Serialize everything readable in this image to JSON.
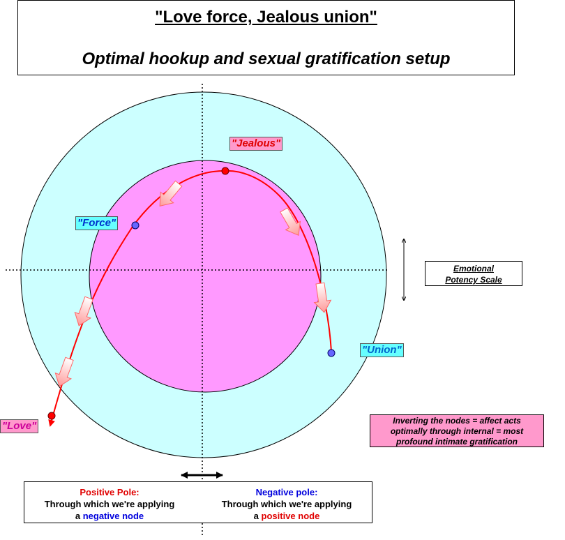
{
  "title": {
    "line1": "\"Love force, Jealous union\"",
    "line2": "Optimal hookup and sexual gratification setup"
  },
  "nodes": {
    "jealous": "\"Jealous\"",
    "force": "\"Force\"",
    "union": "\"Union\"",
    "love": "\"Love\""
  },
  "scale": {
    "line1": "Emotional",
    "line2": "Potency Scale"
  },
  "note": {
    "line1": "Inverting the nodes = affect acts",
    "line2": "optimally through internal = most",
    "line3": "profound intimate gratification"
  },
  "poles": {
    "positive": {
      "heading": "Positive Pole:",
      "line1": "Through which we're applying",
      "prefix": "a",
      "node": "negative node"
    },
    "negative": {
      "heading": "Negative pole:",
      "line1": "Through which we're applying",
      "prefix": "a",
      "node": "positive node"
    }
  },
  "colors": {
    "outer_circle": "#ccffff",
    "inner_circle": "#ff99ff",
    "curve": "#ff0000",
    "red_node": "#ff0000",
    "blue_node": "#6666ff",
    "label_pink": "#ff99cc",
    "label_cyan": "#66ffff"
  }
}
